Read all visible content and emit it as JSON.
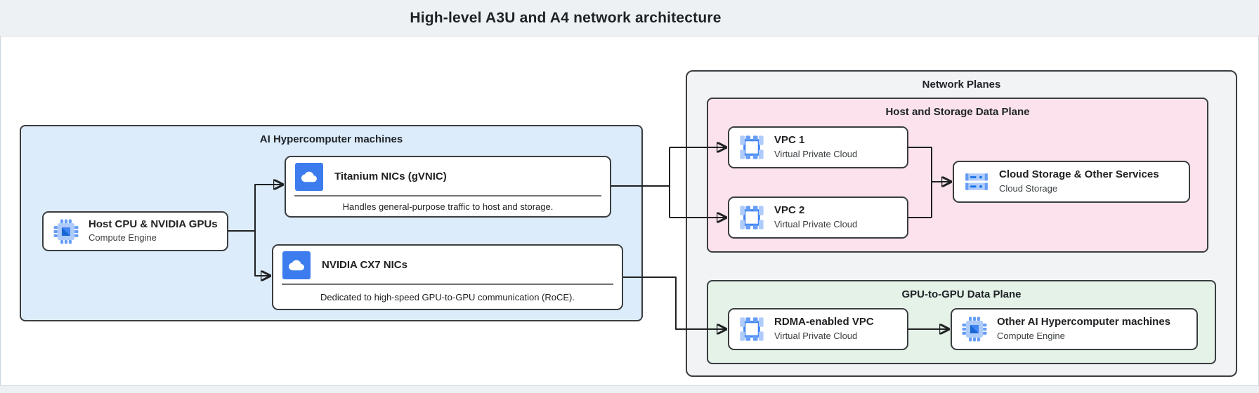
{
  "header": {
    "title": "High-level A3U and A4 network architecture"
  },
  "groups": {
    "ai_machines": {
      "label": "AI Hypercomputer machines"
    },
    "network_planes": {
      "label": "Network Planes"
    },
    "host_storage_plane": {
      "label": "Host and Storage Data Plane"
    },
    "gpu_plane": {
      "label": "GPU-to-GPU Data Plane"
    }
  },
  "nodes": {
    "host_cpu": {
      "title": "Host CPU & NVIDIA GPUs",
      "subtitle": "Compute Engine",
      "icon": "compute-engine-icon"
    },
    "titanium_nic": {
      "title": "Titanium NICs (gVNIC)",
      "description": "Handles general-purpose traffic to host and storage.",
      "icon": "cloud-icon"
    },
    "cx7_nic": {
      "title": "NVIDIA CX7 NICs",
      "description": "Dedicated to high-speed GPU-to-GPU communication (RoCE).",
      "icon": "cloud-icon"
    },
    "vpc1": {
      "title": "VPC 1",
      "subtitle": "Virtual Private Cloud",
      "icon": "vpc-icon"
    },
    "vpc2": {
      "title": "VPC 2",
      "subtitle": "Virtual Private Cloud",
      "icon": "vpc-icon"
    },
    "cloud_storage": {
      "title": "Cloud Storage & Other Services",
      "subtitle": "Cloud Storage",
      "icon": "cloud-storage-icon"
    },
    "rdma_vpc": {
      "title": "RDMA-enabled VPC",
      "subtitle": "Virtual Private Cloud",
      "icon": "vpc-icon"
    },
    "other_machines": {
      "title": "Other AI Hypercomputer machines",
      "subtitle": "Compute Engine",
      "icon": "compute-engine-icon"
    }
  },
  "colors": {
    "header_bg": "#edf1f4",
    "ai_machines_bg": "#dcecfa",
    "network_planes_bg": "#f2f3f5",
    "host_storage_bg": "#fbe2ec",
    "gpu_plane_bg": "#e4f2e8",
    "node_border": "#3a3d40",
    "connector": "#1f2123",
    "icon_blue": "#4285f4",
    "icon_blue_mid": "#669df6",
    "icon_blue_light": "#aecbfa",
    "icon_blue_dark": "#1a73e8"
  }
}
